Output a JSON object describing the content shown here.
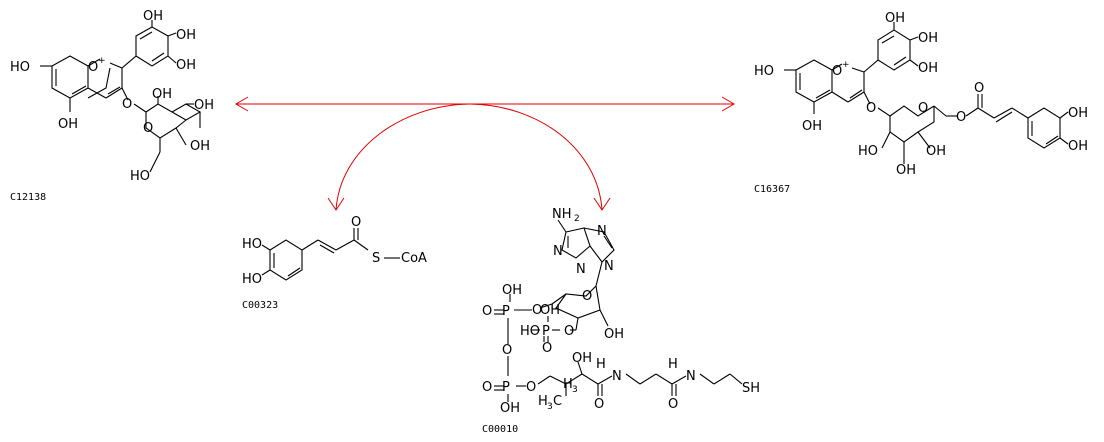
{
  "compounds": {
    "c12138": {
      "id": "C12138"
    },
    "c16367": {
      "id": "C16367"
    },
    "c00323": {
      "id": "C00323"
    },
    "c00010": {
      "id": "C00010"
    }
  },
  "labels": {
    "OH": "OH",
    "HO": "HO",
    "O": "O",
    "Oplus": "O",
    "plus": "+",
    "S": "S",
    "CoA": "CoA",
    "SH": "SH",
    "N": "N",
    "NH2": "NH",
    "two": "2",
    "P": "P",
    "H": "H",
    "H3C": "H",
    "three": "3",
    "C": "C",
    "HNbond": "N",
    "Hsmall": "H"
  },
  "colors": {
    "arrow": "#e00000",
    "bond": "#000000"
  }
}
